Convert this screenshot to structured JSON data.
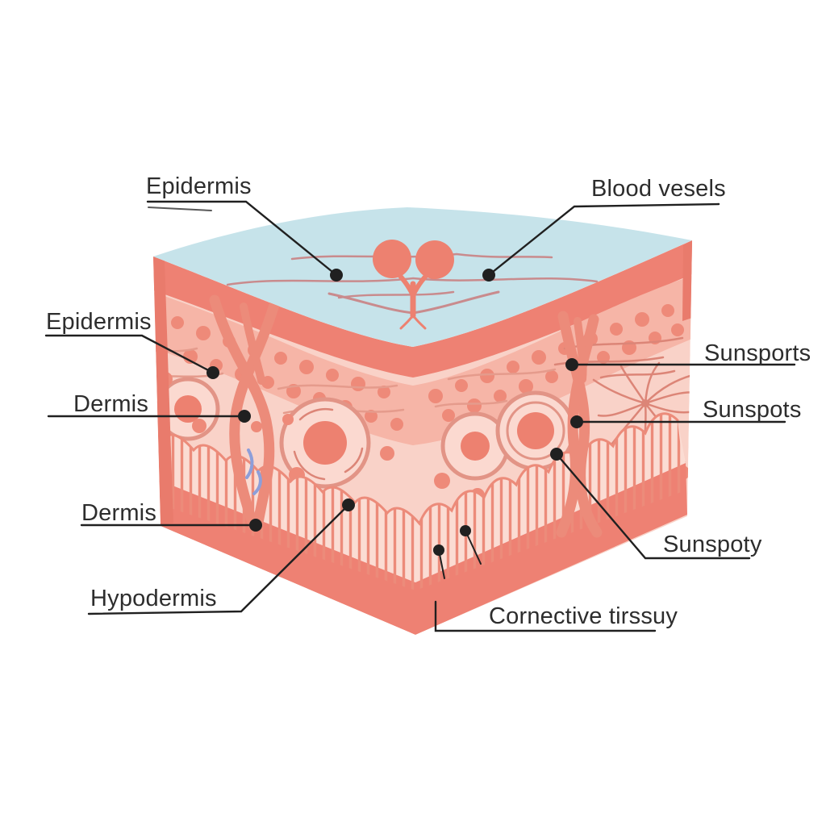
{
  "labels": [
    {
      "id": "epidermis-top",
      "text": "Epidermis"
    },
    {
      "id": "blood-vessels",
      "text": "Blood vesels"
    },
    {
      "id": "epidermis-left",
      "text": "Epidermis"
    },
    {
      "id": "dermis-left",
      "text": "Dermis"
    },
    {
      "id": "dermis-lower",
      "text": "Dermis"
    },
    {
      "id": "hypodermis",
      "text": "Hypodermis"
    },
    {
      "id": "sunsports",
      "text": "Sunsports"
    },
    {
      "id": "sunspots",
      "text": "Sunspots"
    },
    {
      "id": "sunspoty",
      "text": "Sunspoty"
    },
    {
      "id": "connective-tissue",
      "text": "Cornective tirssuy"
    }
  ],
  "colors": {
    "background": "#ffffff",
    "surface_blue": "#c6e3ea",
    "epidermis": "#ee8173",
    "dermis_light": "#f9d2c8",
    "dermis_band": "#f6b5a7",
    "cell_fill": "#ed8170",
    "cell_ring": "#e29486",
    "cell_inner": "#fbd9d0",
    "cell_dot": "#ee8a79",
    "fiber": "#ec8b7a",
    "vessel_line": "#c98b8d",
    "wave_line": "#e59b8c",
    "root_line": "#dc8577",
    "hypodermis": "#ee8173",
    "fringe_bg": "#fbdcd3",
    "edge_strip": "#e97b6c",
    "accent_blue": "#8d9ed9",
    "label_text": "#2d2d2d",
    "leader": "#202020"
  }
}
